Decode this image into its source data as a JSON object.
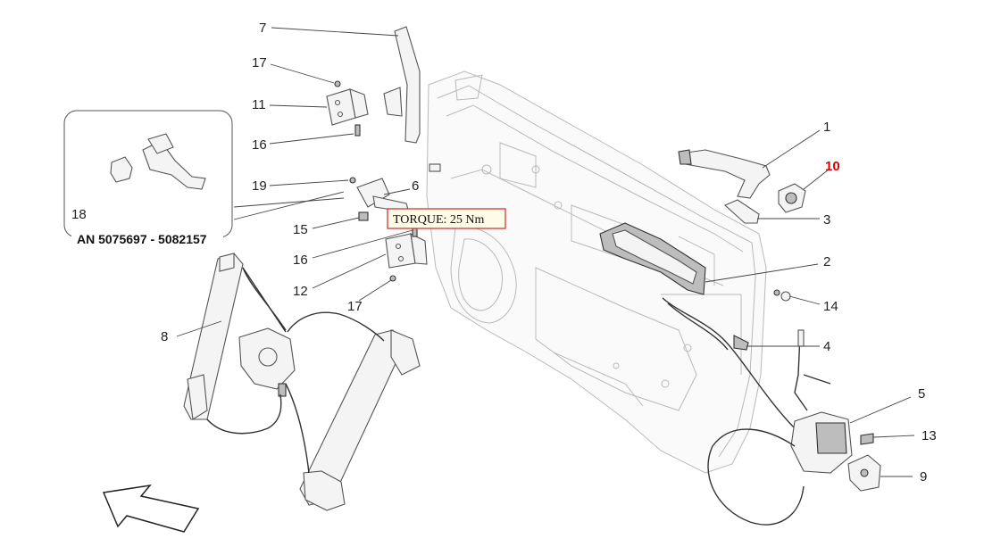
{
  "callouts": [
    {
      "id": "1",
      "label": "1",
      "highlight": false
    },
    {
      "id": "2",
      "label": "2",
      "highlight": false
    },
    {
      "id": "3",
      "label": "3",
      "highlight": false
    },
    {
      "id": "4",
      "label": "4",
      "highlight": false
    },
    {
      "id": "5",
      "label": "5",
      "highlight": false
    },
    {
      "id": "6",
      "label": "6",
      "highlight": false
    },
    {
      "id": "7",
      "label": "7",
      "highlight": false
    },
    {
      "id": "8",
      "label": "8",
      "highlight": false
    },
    {
      "id": "9",
      "label": "9",
      "highlight": false
    },
    {
      "id": "10",
      "label": "10",
      "highlight": true
    },
    {
      "id": "11",
      "label": "11",
      "highlight": false
    },
    {
      "id": "12",
      "label": "12",
      "highlight": false
    },
    {
      "id": "13",
      "label": "13",
      "highlight": false
    },
    {
      "id": "14",
      "label": "14",
      "highlight": false
    },
    {
      "id": "15",
      "label": "15",
      "highlight": false
    },
    {
      "id": "16a",
      "label": "16",
      "highlight": false
    },
    {
      "id": "16b",
      "label": "16",
      "highlight": false
    },
    {
      "id": "17a",
      "label": "17",
      "highlight": false
    },
    {
      "id": "17b",
      "label": "17",
      "highlight": false
    },
    {
      "id": "18",
      "label": "18",
      "highlight": false
    },
    {
      "id": "19",
      "label": "19",
      "highlight": false
    }
  ],
  "torque_note": "TORQUE: 25 Nm",
  "inset_note": "AN 5075697 - 5082157",
  "highlight_color": "#e00000",
  "torque_box_color": "#cc2a2a",
  "direction_arrow_icon": "direction-arrow-icon"
}
